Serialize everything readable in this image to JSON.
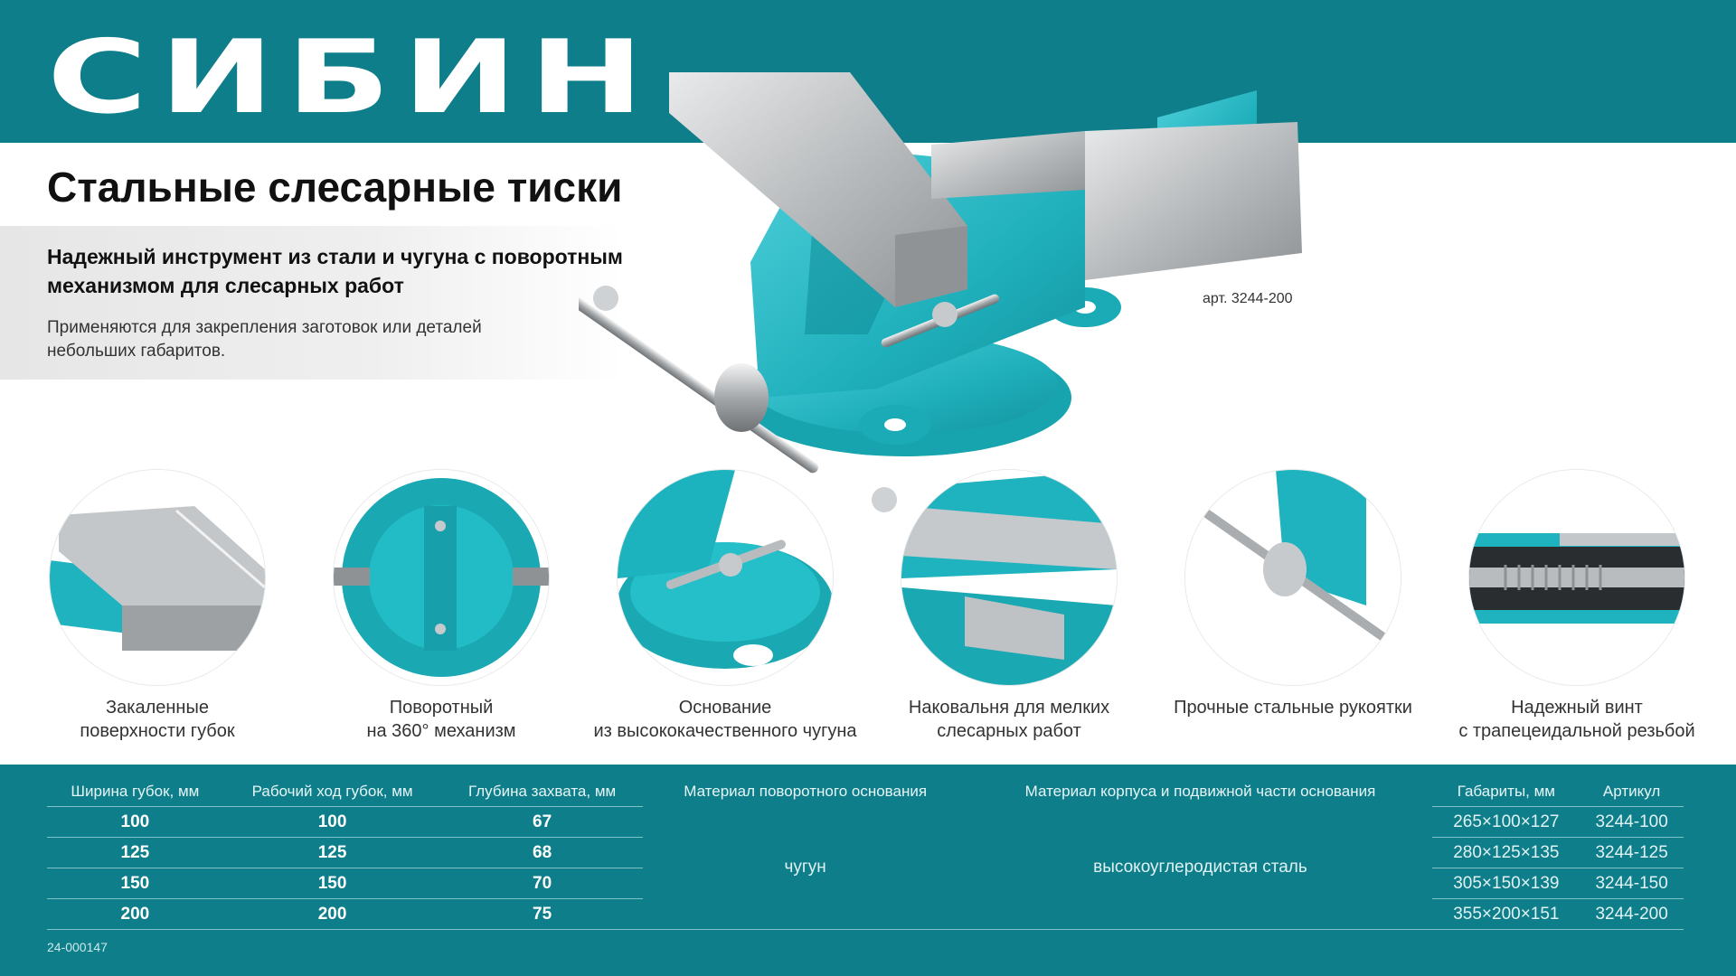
{
  "brand": {
    "logo": "СИБИН"
  },
  "header": {
    "title": "Стальные слесарные тиски",
    "subtitle": "Надежный инструмент из стали и чугуна с поворотным механизмом для слесарных работ",
    "description": "Применяются для закрепления заготовок или деталей небольших габаритов.",
    "article": "арт. 3244-200"
  },
  "features": [
    {
      "label_1": "Закаленные",
      "label_2": "поверхности губок"
    },
    {
      "label_1": "Поворотный",
      "label_2": "на 360° механизм"
    },
    {
      "label_1": "Основание",
      "label_2": "из высококачественного чугуна"
    },
    {
      "label_1": "Наковальня для мелких",
      "label_2": "слесарных работ"
    },
    {
      "label_1": "Прочные стальные рукоятки",
      "label_2": ""
    },
    {
      "label_1": "Надежный винт",
      "label_2": "с трапецеидальной резьбой"
    }
  ],
  "spec": {
    "headers": [
      "Ширина губок, мм",
      "Рабочий ход губок, мм",
      "Глубина захвата, мм",
      "Материал поворотного основания",
      "Материал корпуса и подвижной части основания",
      "Габариты, мм",
      "Артикул"
    ],
    "rows": [
      {
        "width": "100",
        "stroke": "100",
        "depth": "67",
        "dims": "265×100×127",
        "sku": "3244-100"
      },
      {
        "width": "125",
        "stroke": "125",
        "depth": "68",
        "dims": "280×125×135",
        "sku": "3244-125"
      },
      {
        "width": "150",
        "stroke": "150",
        "depth": "70",
        "dims": "305×150×139",
        "sku": "3244-150"
      },
      {
        "width": "200",
        "stroke": "200",
        "depth": "75",
        "dims": "355×200×151",
        "sku": "3244-200"
      }
    ],
    "base_material": "чугун",
    "body_material": "высокоуглеродистая сталь",
    "code": "24-000147"
  },
  "colors": {
    "brand_teal": "#0e7e8a",
    "vise_teal": "#1fb8c4",
    "steel": "#c9cbcd"
  }
}
